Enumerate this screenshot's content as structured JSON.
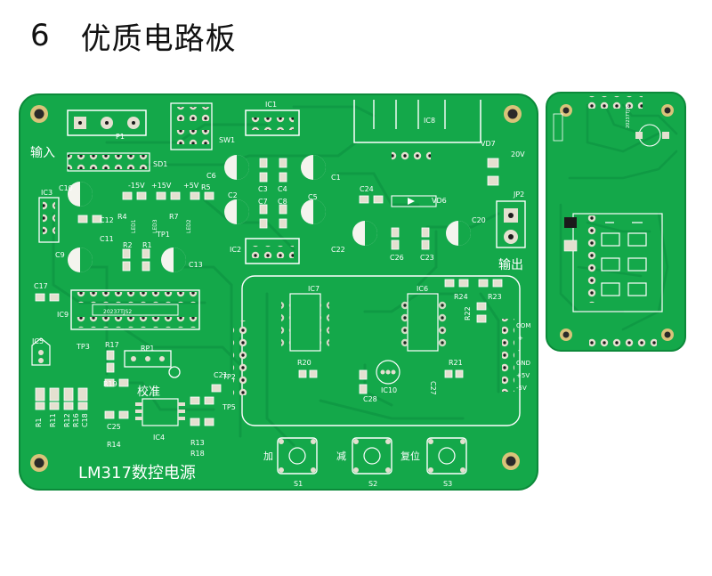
{
  "heading": {
    "number": "6",
    "title": "优质电路板"
  },
  "main_board": {
    "product_name": "LM317数控电源",
    "io_labels": {
      "input": "输入",
      "output": "输出",
      "calibrate": "校准",
      "plus": "加",
      "minus": "减",
      "reset": "复位"
    },
    "refs": {
      "P1": "P1",
      "SD1": "SD1",
      "SW1": "SW1",
      "IC1": "IC1",
      "IC2": "IC2",
      "IC3": "IC3",
      "IC4": "IC4",
      "IC5": "IC5",
      "IC6": "IC6",
      "IC7": "IC7",
      "IC8": "IC8",
      "IC9": "IC9",
      "IC10": "IC10",
      "VD6": "VD6",
      "VD7": "VD7",
      "JP2": "JP2",
      "20V": "20V",
      "C1": "C1",
      "C2": "C2",
      "C3": "C3",
      "C4": "C4",
      "C5": "C5",
      "C6": "C6",
      "C7": "C7",
      "C8": "C8",
      "C9": "C9",
      "C10": "C10",
      "C11": "C11",
      "C12": "C12",
      "C13": "C13",
      "C17": "C17",
      "C18": "C18",
      "C20": "C20",
      "C21": "C21",
      "C22": "C22",
      "C23": "C23",
      "C24": "C24",
      "C25": "C25",
      "C26": "C26",
      "C27": "C27",
      "C28": "C28",
      "R1": "R1",
      "R2": "R2",
      "R4": "R4",
      "R5": "R5",
      "R7": "R7",
      "R11": "R11",
      "R12": "R12",
      "R13": "R13",
      "R14": "R14",
      "R16": "R16",
      "R17": "R17",
      "R18": "R18",
      "R19": "R19",
      "R20": "R20",
      "R21": "R21",
      "R22": "R22",
      "R23": "R23",
      "R24": "R24",
      "RP1": "RP1",
      "TP1": "TP1",
      "TP2": "TP2",
      "TP3": "TP3",
      "TP5": "TP5",
      "LED1": "LED1",
      "LED2": "LED2",
      "LED3": "LED3",
      "S1": "S1",
      "S2": "S2",
      "S3": "S3",
      "-15V": "-15V",
      "+15V": "+15V",
      "+5V": "+5V"
    },
    "chip_marking": "20237TJS2",
    "connector_pins": [
      "COM",
      "+",
      "-",
      "GND",
      "+5V",
      "-5V"
    ]
  },
  "display_board": {
    "chip_marking": "20237TJS2"
  },
  "colors": {
    "pcb": "#14a84a",
    "pcb_dark": "#0c8a3a",
    "trace": "#0f9a44",
    "silk": "#ffffff",
    "copper": "#d9c37a",
    "drill": "#1b1b1b"
  }
}
